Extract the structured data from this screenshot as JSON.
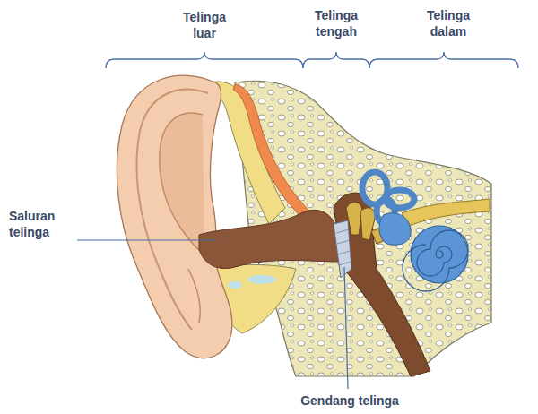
{
  "diagram": {
    "labels": [
      "Telinga luar",
      "Telinga tengah",
      "Telinga dalam",
      "Saluran telinga",
      "Gendang telinga"
    ]
  }
}
